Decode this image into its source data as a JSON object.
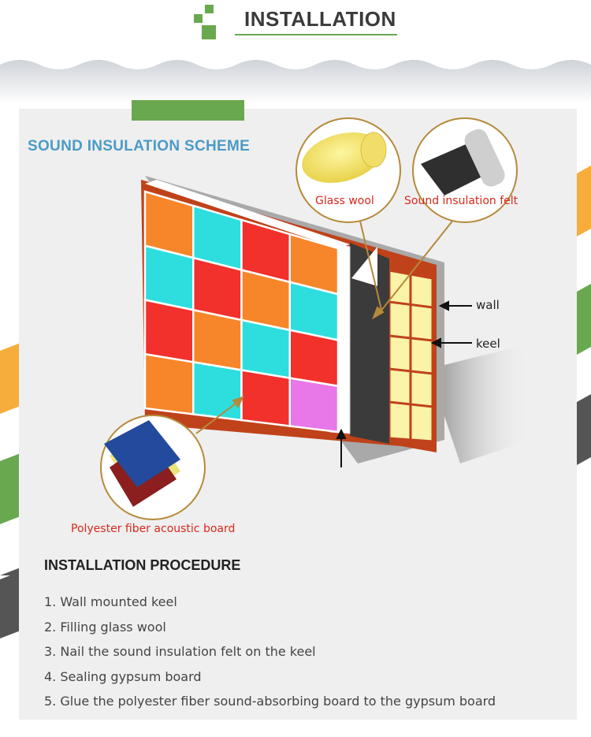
{
  "header": {
    "title": "INSTALLATION"
  },
  "scheme": {
    "title": "SOUND INSULATION SCHEME"
  },
  "callouts": {
    "glass_wool": "Glass wool",
    "felt": "Sound insulation felt",
    "board": "Polyester fiber acoustic board"
  },
  "pointers": {
    "wall": "wall",
    "keel": "keel"
  },
  "procedure": {
    "title": "INSTALLATION PROCEDURE",
    "steps": [
      "1. Wall mounted keel",
      "2. Filling glass wool",
      "3. Nail the sound insulation felt on the keel",
      "4. Sealing gypsum board",
      "5. Glue the polyester fiber sound-absorbing board to the gypsum board"
    ]
  },
  "colors": {
    "accent_green": "#6aa84f",
    "scheme_blue": "#4b9bc6",
    "panel_orange": "#f7862a",
    "panel_cyan": "#2edede",
    "panel_red": "#f2302c",
    "panel_pink": "#e877e8",
    "glass_wool_yellow": "#faf3a8",
    "frame_brown": "#c0421a",
    "callout_red": "#d8281c"
  },
  "grid_colors": [
    [
      "orange",
      "cyan",
      "red",
      "orange"
    ],
    [
      "cyan",
      "red",
      "orange",
      "cyan"
    ],
    [
      "red",
      "orange",
      "cyan",
      "red"
    ],
    [
      "orange",
      "cyan",
      "red",
      "pink"
    ]
  ]
}
